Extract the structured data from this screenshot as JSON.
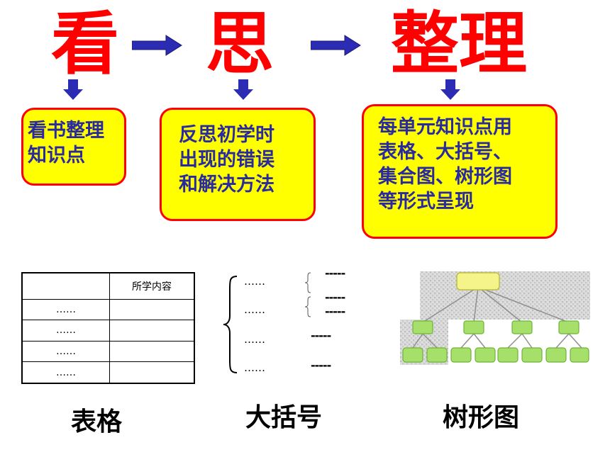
{
  "flow": {
    "step1": "看",
    "step2": "思",
    "step3": "整理"
  },
  "boxes": {
    "box1": [
      "看书整理",
      "知识点"
    ],
    "box2": [
      "反思初学时",
      "出现的错误",
      "和解决方法"
    ],
    "box3": [
      "每单元知识点用",
      "表格、大括号、",
      "集合图、树形图",
      "等形式呈现"
    ]
  },
  "table_example": {
    "header": [
      "",
      "所学内容"
    ],
    "rows": [
      [
        "……",
        ""
      ],
      [
        "……",
        ""
      ],
      [
        "……",
        ""
      ],
      [
        "……",
        ""
      ]
    ]
  },
  "brace_example": {
    "items": [
      "……",
      "……",
      "……",
      "……"
    ],
    "dashes": [
      "-----",
      "-----",
      "-----",
      "-----",
      "-----"
    ]
  },
  "captions": {
    "table": "表格",
    "brace": "大括号",
    "tree": "树形图"
  },
  "colors": {
    "title": "#ff0000",
    "arrow": "#2b2bb3",
    "box_fill": "#ffff00",
    "box_border": "#ff0000",
    "box_text": "#2a2aa0",
    "tree_root": "#f4f48a",
    "tree_node": "#a6e06a"
  }
}
